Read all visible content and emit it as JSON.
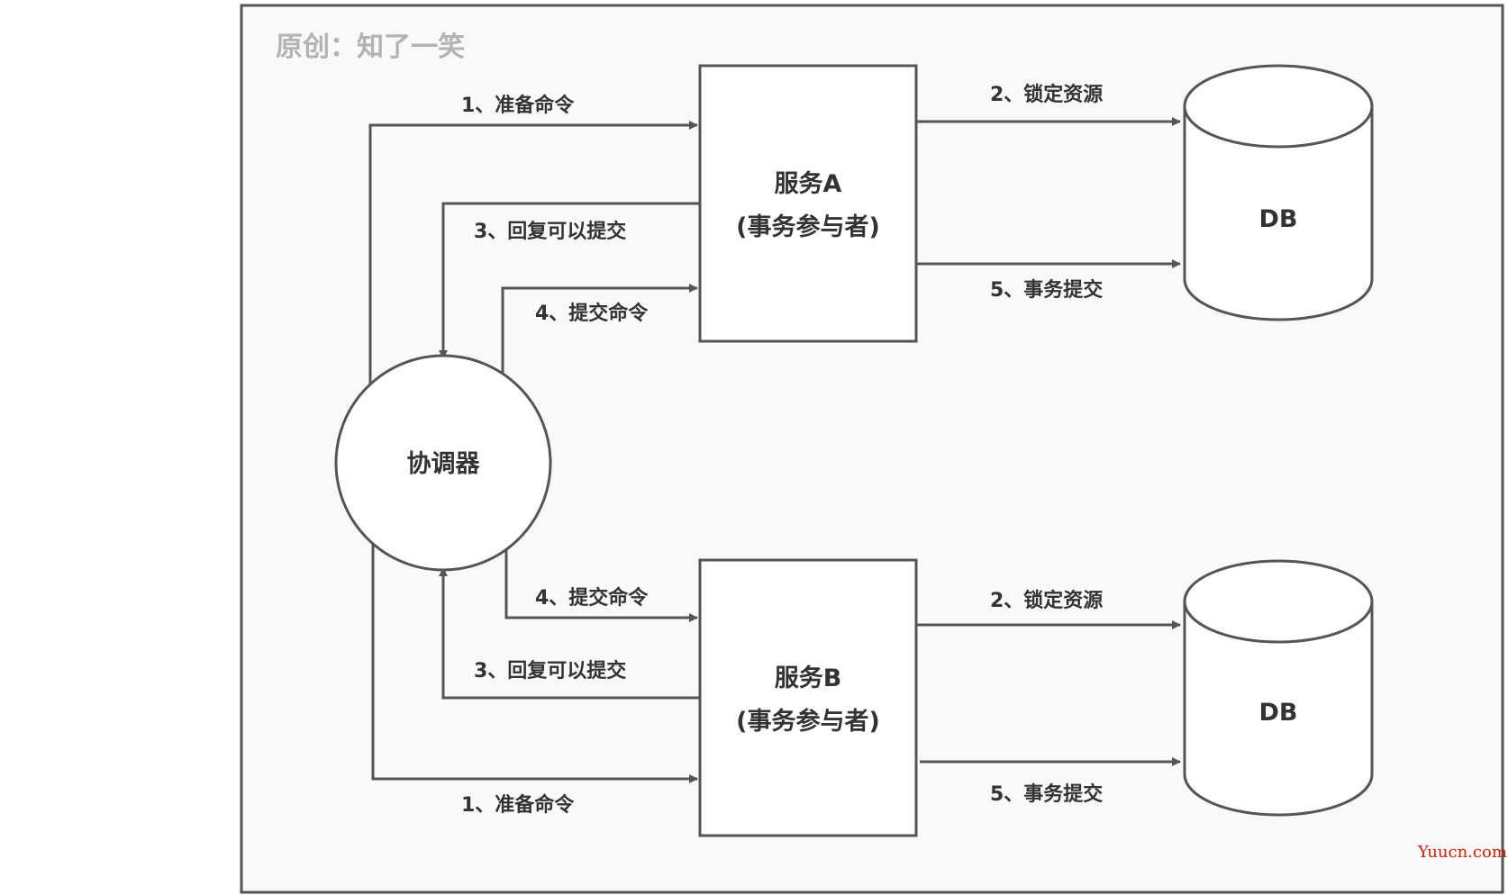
{
  "credit": "原创：知了一笑",
  "watermark": "Yuucn.com",
  "nodes": {
    "coordinator": "协调器",
    "service_a": {
      "title": "服务A",
      "subtitle": "(事务参与者)"
    },
    "service_b": {
      "title": "服务B",
      "subtitle": "(事务参与者)"
    },
    "db_a": "DB",
    "db_b": "DB"
  },
  "edges": {
    "a_prepare": "1、准备命令",
    "a_reply": "3、回复可以提交",
    "a_commit": "4、提交命令",
    "a_lock": "2、锁定资源",
    "a_tx_commit": "5、事务提交",
    "b_commit": "4、提交命令",
    "b_reply": "3、回复可以提交",
    "b_prepare": "1、准备命令",
    "b_lock": "2、锁定资源",
    "b_tx_commit": "5、事务提交"
  },
  "colors": {
    "stroke": "#555555",
    "text": "#333333",
    "credit": "#b3b3b3",
    "frame_bg": "#f9f9f9",
    "watermark": "#d81e06"
  }
}
